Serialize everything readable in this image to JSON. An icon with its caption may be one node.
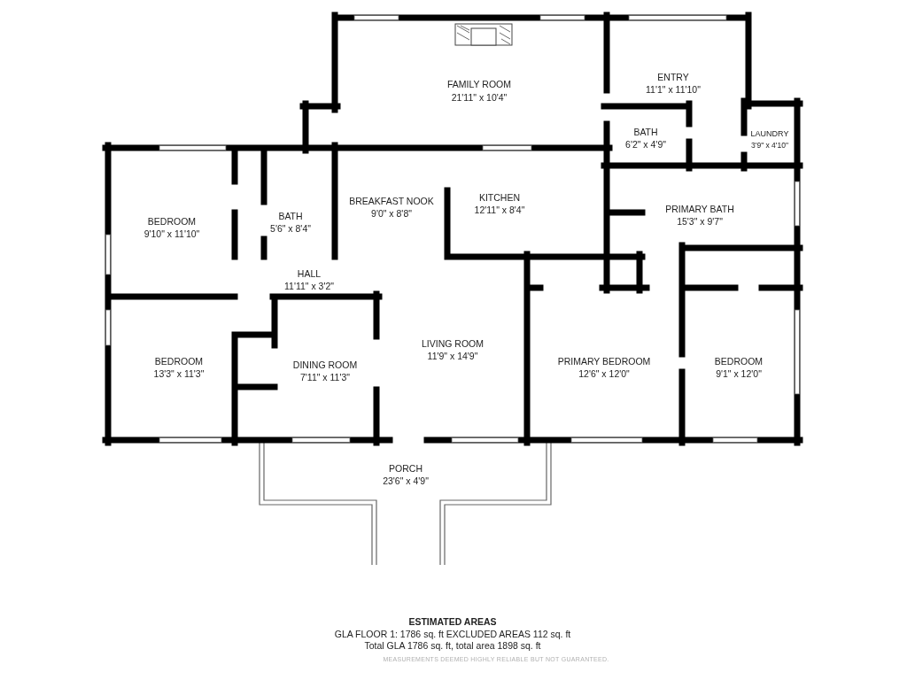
{
  "diagram": {
    "labels": [
      "FAMILY ROOM",
      "21'11\" x 10'4\"",
      "ENTRY",
      "11'1\" x 11'10\"",
      "BATH",
      "6'2\" x 4'9\"",
      "LAUNDRY",
      "3'9\" x 4'10\"",
      "BREAKFAST NOOK",
      "9'0\" x 8'8\"",
      "KITCHEN",
      "12'11\" x 8'4\"",
      "PRIMARY BATH",
      "15'3\" x 9'7\"",
      "BEDROOM",
      "9'10\" x 11'10\"",
      "BATH",
      "5'6\" x 8'4\"",
      "HALL",
      "11'11\" x 3'2\"",
      "LIVING ROOM",
      "11'9\" x 14'9\"",
      "BEDROOM",
      "13'3\" x 11'3\"",
      "DINING ROOM",
      "7'11\" x 11'3\"",
      "PRIMARY BEDROOM",
      "12'6\" x 12'0\"",
      "BEDROOM",
      "9'1\" x 12'0\"",
      "PORCH",
      "23'6\" x 4'9\"",
      "ESTIMATED AREAS",
      "GLA FLOOR 1: 1786 sq. ft EXCLUDED AREAS 112 sq. ft",
      "Total GLA 1786 sq. ft, total area 1898 sq. ft",
      "MEASUREMENTS DEEMED HIGHLY RELIABLE BUT NOT GUARANTEED."
    ]
  }
}
